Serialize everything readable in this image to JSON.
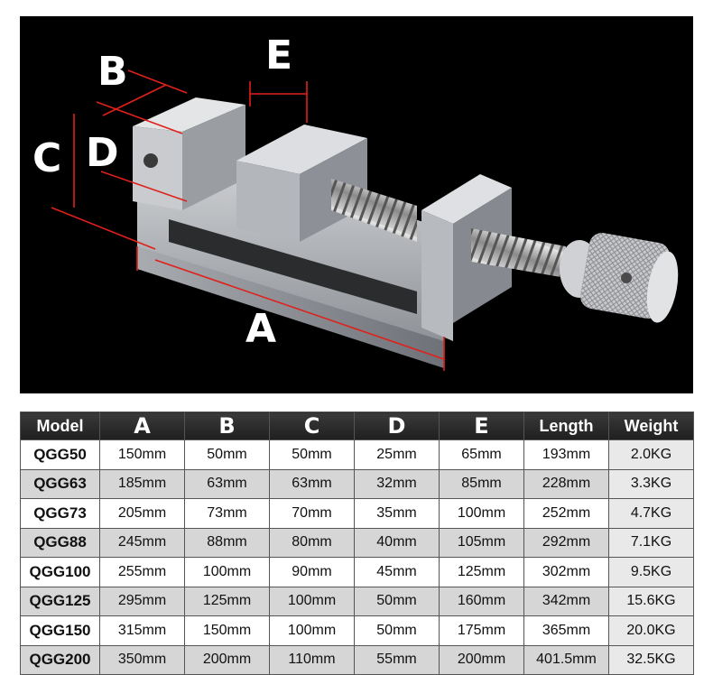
{
  "image": {
    "dimension_labels": {
      "a": "A",
      "b": "B",
      "c": "C",
      "d": "D",
      "e": "E"
    },
    "colors": {
      "background": "#000000",
      "measure_line": "#e0201b",
      "steel": "#b9bcc0"
    }
  },
  "table": {
    "headers": [
      "Model",
      "A",
      "B",
      "C",
      "D",
      "E",
      "Length",
      "Weight"
    ],
    "rows": [
      [
        "QGG50",
        "150mm",
        "50mm",
        "50mm",
        "25mm",
        "65mm",
        "193mm",
        "2.0KG"
      ],
      [
        "QGG63",
        "185mm",
        "63mm",
        "63mm",
        "32mm",
        "85mm",
        "228mm",
        "3.3KG"
      ],
      [
        "QGG73",
        "205mm",
        "73mm",
        "70mm",
        "35mm",
        "100mm",
        "252mm",
        "4.7KG"
      ],
      [
        "QGG88",
        "245mm",
        "88mm",
        "80mm",
        "40mm",
        "105mm",
        "292mm",
        "7.1KG"
      ],
      [
        "QGG100",
        "255mm",
        "100mm",
        "90mm",
        "45mm",
        "125mm",
        "302mm",
        "9.5KG"
      ],
      [
        "QGG125",
        "295mm",
        "125mm",
        "100mm",
        "50mm",
        "160mm",
        "342mm",
        "15.6KG"
      ],
      [
        "QGG150",
        "315mm",
        "150mm",
        "100mm",
        "50mm",
        "175mm",
        "365mm",
        "20.0KG"
      ],
      [
        "QGG200",
        "350mm",
        "200mm",
        "110mm",
        "55mm",
        "200mm",
        "401.5mm",
        "32.5KG"
      ]
    ]
  }
}
